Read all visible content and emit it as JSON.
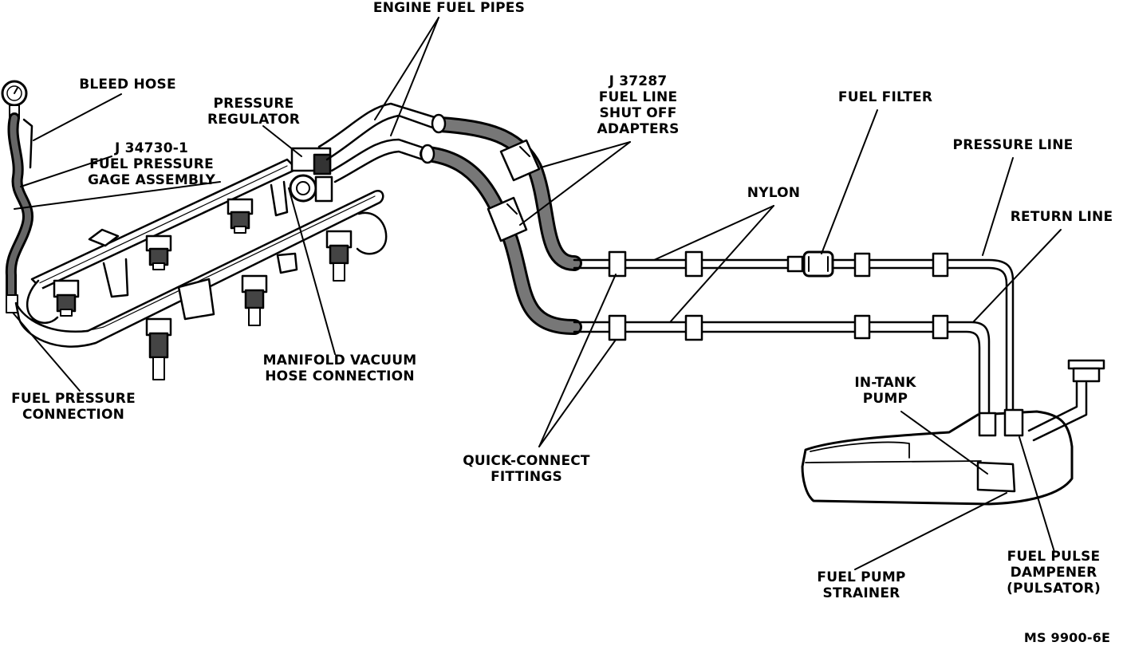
{
  "labels": {
    "engine_fuel_pipes": "ENGINE FUEL PIPES",
    "bleed_hose": "BLEED HOSE",
    "pressure_regulator": [
      "PRESSURE",
      "REGULATOR"
    ],
    "gage_assembly": [
      "J 34730-1",
      "FUEL PRESSURE",
      "GAGE ASSEMBLY"
    ],
    "shut_off_adapters": [
      "J 37287",
      "FUEL LINE",
      "SHUT OFF",
      "ADAPTERS"
    ],
    "fuel_filter": "FUEL FILTER",
    "pressure_line": "PRESSURE LINE",
    "nylon": "NYLON",
    "return_line": "RETURN LINE",
    "manifold_vacuum": [
      "MANIFOLD VACUUM",
      "HOSE CONNECTION"
    ],
    "fuel_pressure_connection": [
      "FUEL PRESSURE",
      "CONNECTION"
    ],
    "in_tank_pump": [
      "IN-TANK",
      "PUMP"
    ],
    "quick_connect": [
      "QUICK-CONNECT",
      "FITTINGS"
    ],
    "fuel_pump_strainer": [
      "FUEL PUMP",
      "STRAINER"
    ],
    "fuel_pulse_dampener": [
      "FUEL PULSE",
      "DAMPENER",
      "(PULSATOR)"
    ],
    "figure_code": "MS 9900-6E"
  },
  "colors": {
    "ink": "#000000",
    "paper": "#ffffff",
    "hose": "#555555"
  }
}
